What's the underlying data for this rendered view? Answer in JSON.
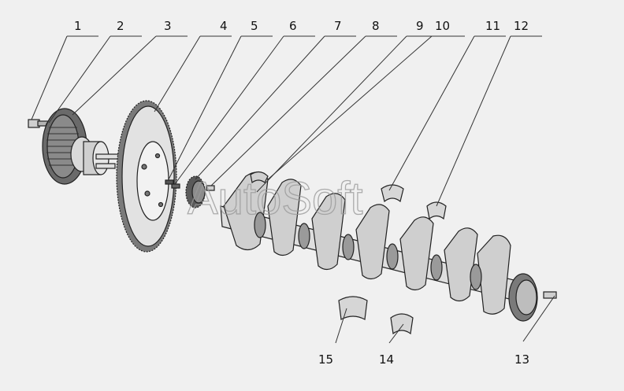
{
  "watermark": "AutoSoft",
  "callouts": [
    {
      "label": "1"
    },
    {
      "label": "2"
    },
    {
      "label": "3"
    },
    {
      "label": "4"
    },
    {
      "label": "5"
    },
    {
      "label": "6"
    },
    {
      "label": "7"
    },
    {
      "label": "8"
    },
    {
      "label": "9"
    },
    {
      "label": "10"
    },
    {
      "label": "11"
    },
    {
      "label": "12"
    },
    {
      "label": "13"
    },
    {
      "label": "14"
    },
    {
      "label": "15"
    }
  ],
  "colors": {
    "background": "#f0f0f0",
    "ink": "#222222",
    "part_light": "#e4e4e4",
    "part_mid": "#bdbdbd",
    "part_dark": "#5a5a5a"
  }
}
